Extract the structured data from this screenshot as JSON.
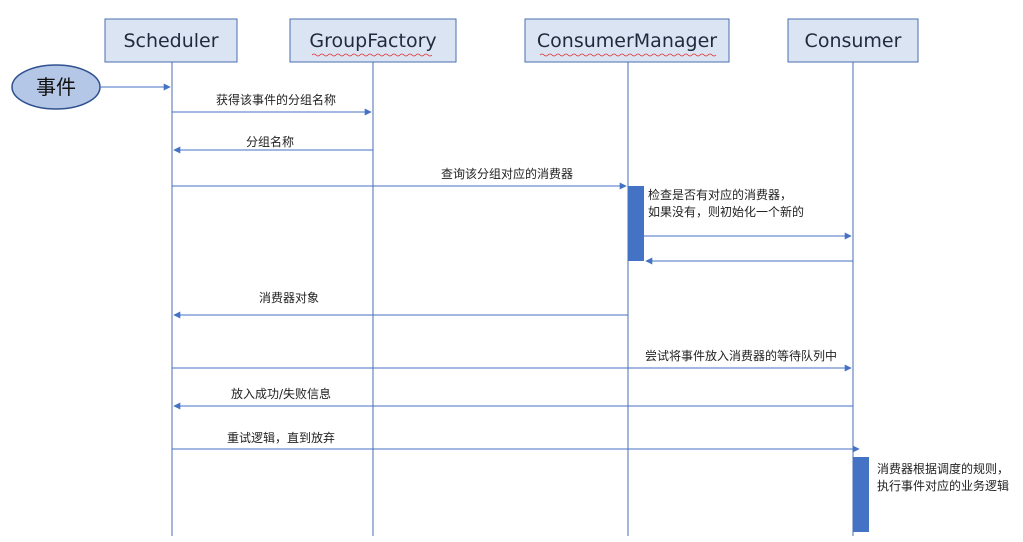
{
  "event": {
    "label": "事件"
  },
  "actors": [
    {
      "id": "scheduler",
      "label": "Scheduler"
    },
    {
      "id": "group_factory",
      "label": "GroupFactory"
    },
    {
      "id": "consumer_manager",
      "label": "ConsumerManager"
    },
    {
      "id": "consumer",
      "label": "Consumer"
    }
  ],
  "messages": [
    {
      "label": "获得该事件的分组名称",
      "from": "Scheduler",
      "to": "GroupFactory"
    },
    {
      "label": "分组名称",
      "from": "GroupFactory",
      "to": "Scheduler"
    },
    {
      "label": "查询该分组对应的消费器",
      "from": "Scheduler",
      "to": "ConsumerManager"
    },
    {
      "label": "",
      "from": "ConsumerManager",
      "to": "Consumer"
    },
    {
      "label": "",
      "from": "Consumer",
      "to": "ConsumerManager"
    },
    {
      "label": "消费器对象",
      "from": "ConsumerManager",
      "to": "Scheduler"
    },
    {
      "label": "尝试将事件放入消费器的等待队列中",
      "from": "Scheduler",
      "to": "Consumer"
    },
    {
      "label": "放入成功/失败信息",
      "from": "Consumer",
      "to": "Scheduler"
    },
    {
      "label": "重试逻辑，直到放弃",
      "from": "Scheduler",
      "to": "Consumer"
    }
  ],
  "notes": [
    {
      "lines": [
        "检查是否有对应的消费器，",
        "如果没有，则初始化一个新的"
      ]
    },
    {
      "lines": [
        "消费器根据调度的规则，",
        "执行事件对应的业务逻辑"
      ]
    }
  ],
  "colors": {
    "box_fill": "#dbe4f2",
    "line": "#4472c4",
    "activation": "#4472c4",
    "event_fill": "#b4c7e7"
  }
}
